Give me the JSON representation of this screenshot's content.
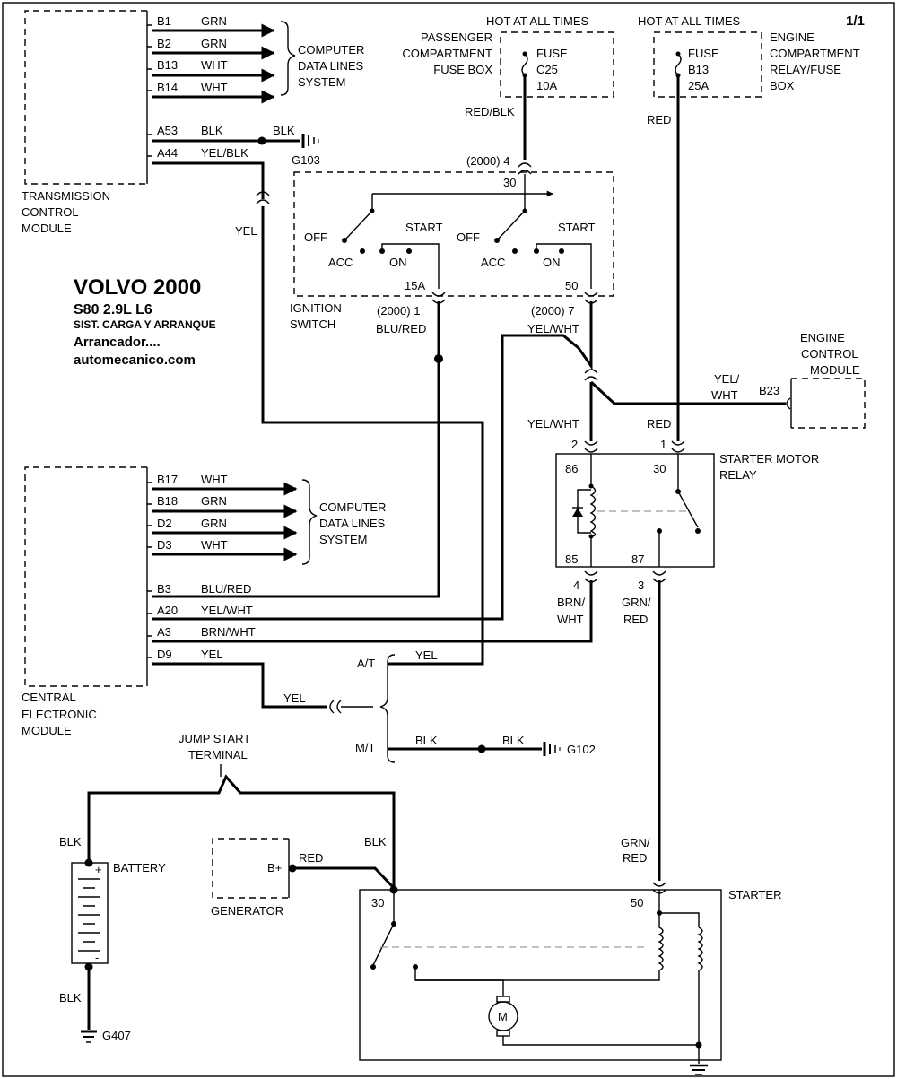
{
  "page_number": "1/1",
  "title": {
    "line1": "VOLVO 2000",
    "line2": "S80  2.9L  L6",
    "line3": "SIST. CARGA Y ARRANQUE",
    "line4": "Arrancador....",
    "line5": "automecanico.com"
  },
  "tcm": {
    "name": [
      "TRANSMISSION",
      "CONTROL",
      "MODULE"
    ],
    "pins": [
      {
        "pin": "B1",
        "color": "GRN"
      },
      {
        "pin": "B2",
        "color": "GRN"
      },
      {
        "pin": "B13",
        "color": "WHT"
      },
      {
        "pin": "B14",
        "color": "WHT"
      },
      {
        "pin": "A53",
        "color": "BLK"
      },
      {
        "pin": "A44",
        "color": "YEL/BLK"
      }
    ],
    "data_lines": [
      "COMPUTER",
      "DATA LINES",
      "SYSTEM"
    ],
    "ground_wire": "BLK",
    "ground": "G103",
    "out_wire": "YEL"
  },
  "fuse_c25": {
    "hot": "HOT AT ALL TIMES",
    "box": [
      "PASSENGER",
      "COMPARTMENT",
      "FUSE BOX"
    ],
    "label": [
      "FUSE",
      "C25",
      "10A"
    ],
    "wire": "RED/BLK"
  },
  "fuse_b13": {
    "hot": "HOT AT ALL TIMES",
    "box": [
      "ENGINE",
      "COMPARTMENT",
      "RELAY/FUSE",
      "BOX"
    ],
    "label": [
      "FUSE",
      "B13",
      "25A"
    ],
    "wire": "RED"
  },
  "ignition": {
    "name": [
      "IGNITION",
      "SWITCH"
    ],
    "conn_top": "(2000)  4",
    "term30": "30",
    "off": "OFF",
    "start": "START",
    "acc": "ACC",
    "on": "ON",
    "term15a": "15A",
    "term50": "50",
    "conn_15a": "(2000)  1",
    "wire_15a": "BLU/RED",
    "conn_50": "(2000)  7",
    "wire_50": "YEL/WHT"
  },
  "ecm": {
    "name": [
      "ENGINE",
      "CONTROL",
      "MODULE"
    ],
    "wire": [
      "YEL/",
      "WHT"
    ],
    "pin": "B23"
  },
  "relay": {
    "name": [
      "STARTER MOTOR",
      "RELAY"
    ],
    "pin2": "2",
    "pin1": "1",
    "wire2": "YEL/WHT",
    "wire1": "RED",
    "t86": "86",
    "t30": "30",
    "t85": "85",
    "t87": "87",
    "pin4": "4",
    "pin3": "3",
    "wire4": [
      "BRN/",
      "WHT"
    ],
    "wire3": [
      "GRN/",
      "RED"
    ]
  },
  "cem": {
    "name": [
      "CENTRAL",
      "ELECTRONIC",
      "MODULE"
    ],
    "pins": [
      {
        "pin": "B17",
        "color": "WHT"
      },
      {
        "pin": "B18",
        "color": "GRN"
      },
      {
        "pin": "D2",
        "color": "GRN"
      },
      {
        "pin": "D3",
        "color": "WHT"
      },
      {
        "pin": "B3",
        "color": "BLU/RED"
      },
      {
        "pin": "A20",
        "color": "YEL/WHT"
      },
      {
        "pin": "A3",
        "color": "BRN/WHT"
      },
      {
        "pin": "D9",
        "color": "YEL"
      }
    ],
    "data_lines": [
      "COMPUTER",
      "DATA LINES",
      "SYSTEM"
    ],
    "out_wire": "YEL"
  },
  "trans": {
    "at": "A/T",
    "at_wire": "YEL",
    "mt": "M/T",
    "mt_wire1": "BLK",
    "mt_wire2": "BLK",
    "ground": "G102"
  },
  "jump": {
    "name": [
      "JUMP START",
      "TERMINAL"
    ]
  },
  "battery": {
    "name": "BATTERY",
    "wire_top": "BLK",
    "wire_bot": "BLK",
    "ground": "G407",
    "plus": "+",
    "minus": "-"
  },
  "generator": {
    "name": "GENERATOR",
    "term": "B+",
    "wire": "RED"
  },
  "starter": {
    "name": "STARTER",
    "t30": "30",
    "t50": "50",
    "wire_30": "BLK",
    "wire_50": [
      "GRN/",
      "RED"
    ],
    "motor": "M"
  }
}
